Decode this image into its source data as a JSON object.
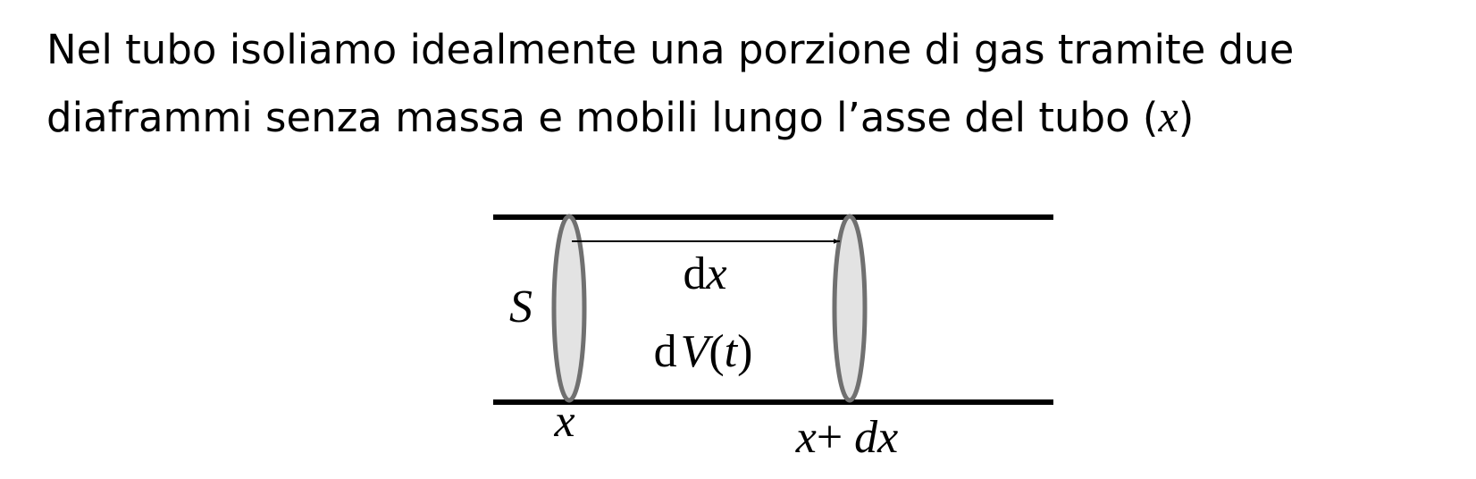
{
  "text": {
    "line1": "Nel tubo isoliamo idealmente una porzione di gas tramite due",
    "line2_before": "diaframmi senza massa e mobili lungo l’asse del tubo (",
    "line2_var": "x",
    "line2_after": ")"
  },
  "diagram": {
    "label_surface": "S",
    "label_length_prefix": "d",
    "label_length_var": "x",
    "label_volume_prefix": "d",
    "label_volume_var": "V",
    "label_volume_open": "(",
    "label_volume_arg": "t",
    "label_volume_close": ")",
    "label_left_position": "x",
    "label_right_var1": "x",
    "label_right_plus": "+ ",
    "label_right_var2": "dx",
    "colors": {
      "tube_walls": "#000000",
      "diaphragm_fill": "#e3e3e3",
      "diaphragm_stroke": "#707070",
      "arrow": "#000000"
    }
  }
}
